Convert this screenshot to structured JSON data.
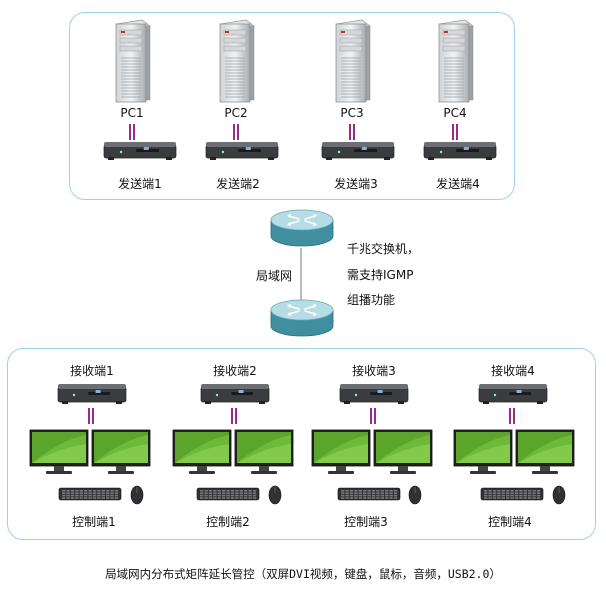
{
  "sources": [
    {
      "pc": "PC1",
      "sender": "发送端1"
    },
    {
      "pc": "PC2",
      "sender": "发送端2"
    },
    {
      "pc": "PC3",
      "sender": "发送端3"
    },
    {
      "pc": "PC4",
      "sender": "发送端4"
    }
  ],
  "network": {
    "lan_label": "局域网",
    "switch_note": [
      "千兆交换机，",
      "需支持IGMP",
      "组播功能"
    ]
  },
  "receivers": [
    {
      "receiver": "接收端1",
      "console": "控制端1"
    },
    {
      "receiver": "接收端2",
      "console": "控制端2"
    },
    {
      "receiver": "接收端3",
      "console": "控制端3"
    },
    {
      "receiver": "接收端4",
      "console": "控制端4"
    }
  ],
  "caption": "局域网内分布式矩阵延长管控（双屏DVI视频，键盘，鼠标，音频，USB2.0）",
  "colors": {
    "panel_border": "#9fd0ea",
    "router_top": "#b6dce6",
    "router_body": "#3f8fa0",
    "connector": "#9a2a8a",
    "screen": "#5aa52a"
  }
}
